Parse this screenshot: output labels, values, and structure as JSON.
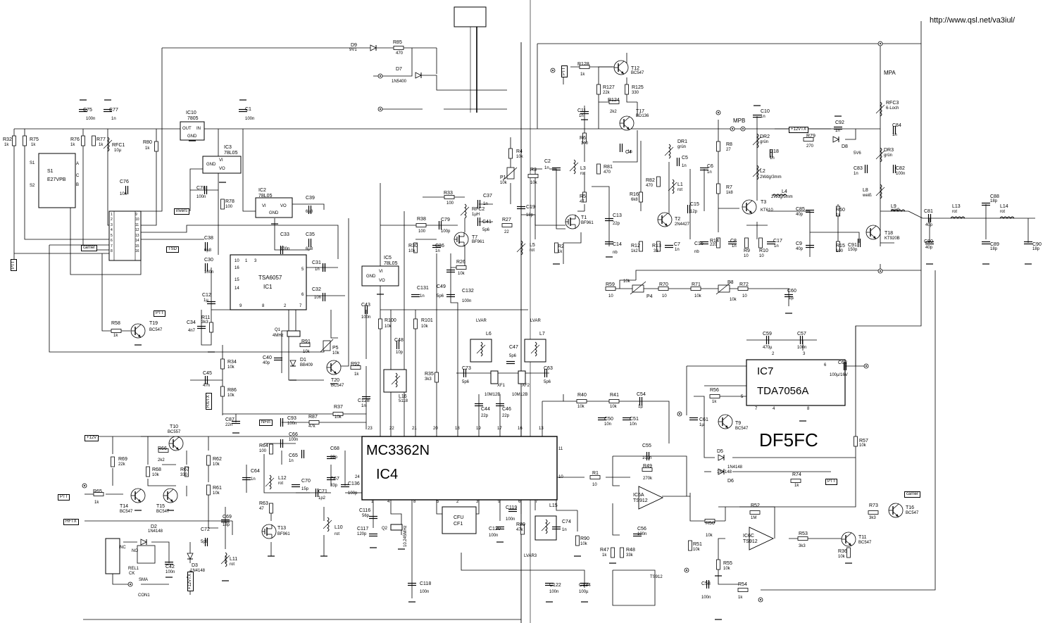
{
  "header": {
    "url": "http://www.qsl.net/va3iul/"
  },
  "title": {
    "main": "DF5FC"
  },
  "ics": {
    "ic4": {
      "part": "MC3362N",
      "ref": "IC4"
    },
    "ic7": {
      "ref": "IC7",
      "part": "TDA7056A"
    },
    "ic1": {
      "part": "TSA6057",
      "ref": "IC1"
    },
    "ic10": {
      "ref": "IC10",
      "part": "7805",
      "out": "OUT",
      "in": "IN",
      "gnd": "GND"
    },
    "ic3": {
      "ref": "IC3",
      "part": "78L05",
      "vi": "VI",
      "vo": "VO",
      "gnd": "GND"
    },
    "ic2": {
      "ref": "IC2",
      "part": "78L05",
      "vi": "VI",
      "vo": "VO",
      "gnd": "GND"
    },
    "ic5": {
      "ref": "IC5",
      "part": "78L05",
      "vi": "VI",
      "vo": "VO",
      "gnd": "GND"
    },
    "ic6a": {
      "ref": "IC6A",
      "part": "TS912"
    },
    "ic6c": {
      "ref": "IC6C",
      "part": "TS912"
    },
    "cf1": {
      "ref": "CFU",
      "part": "CF1"
    },
    "s1": {
      "ref": "S1",
      "part": "E27VPB",
      "a": "A",
      "b": "B",
      "c": "C",
      "s1": "S1",
      "s2": "S2"
    }
  },
  "flags": {
    "ptt_top": "PTT",
    "tt_left": "PTT",
    "carrier": "carrier",
    "invers": "invers",
    "tsd": "TSD",
    "plus12v": "+12V",
    "plus12vtx": "+12VTX",
    "nfin": "NFin",
    "ptt_in": "PTT",
    "hftx": "HFTX",
    "ptt_right": "PTT",
    "ptt_t19": "PTT",
    "carrier_t16": "carrier",
    "rxtx": "RX/TX",
    "plus12vtx_bottom": "+12VTX"
  },
  "annotations": {
    "lvar1": "LVAR",
    "lvar2": "LVAR",
    "lvar3": "LVAR3",
    "mpa": "MPA",
    "mpb": "MPB",
    "xf1": "XF1",
    "xf2": "XF2",
    "xfval1": "10M12B",
    "xfval2": "10M12B",
    "q1": "Q1",
    "q1v": "4MHz",
    "q2": "Q2",
    "q2v": "10.245MHz",
    "rel1": "REL1",
    "sma": "SMA",
    "con1": "CON1",
    "ck": "CK",
    "nc": "NC",
    "no": "NO",
    "ts912": "TS912",
    "ic1pins": [
      "10",
      "16",
      "15",
      "14",
      "9",
      "8",
      "2",
      "7",
      "5",
      "6",
      "1",
      "3"
    ],
    "ic4pins": [
      "23",
      "22",
      "21",
      "20",
      "18",
      "19",
      "17",
      "16",
      "13",
      "11",
      "10",
      "9",
      "8",
      "1",
      "2",
      "3",
      "4",
      "5",
      "6",
      "7",
      "24",
      "12",
      "14",
      "15"
    ],
    "ic7pins": [
      "2",
      "3",
      "6",
      "5",
      "7",
      "4",
      "8"
    ],
    "connector": [
      "1",
      "2",
      "3",
      "4",
      "5",
      "6",
      "7",
      "8",
      "9",
      "10",
      "11",
      "12",
      "13",
      "14",
      "15",
      "16"
    ]
  },
  "components": {
    "d9": "D9",
    "d9v": "9V1",
    "r85": "R85",
    "r85v": "470",
    "d7": "D7",
    "d7v": "1N5400",
    "r32": "R32",
    "r32v": "1k",
    "r75": "R75",
    "r75v": "1k",
    "c75": "C75",
    "c75v": "100n",
    "c77": "C77",
    "c77v": "1n",
    "r76": "R76",
    "r76v": "1k",
    "r77": "R77",
    "r77v": "1k",
    "rfc1": "RFC1",
    "rfc1v": "10µ",
    "r80": "R80",
    "r80v": "1k",
    "c1": "C1",
    "c1v": "100n",
    "c76": "C76",
    "c76v": "10n",
    "c78": "C78",
    "c78v": "100n",
    "r78": "R78",
    "r78v": "100",
    "c39": "C39",
    "c39v": "6µ8",
    "c38": "C38",
    "c38v": "6µ8",
    "c33": "C33",
    "c33v": "100n",
    "c35": "C35",
    "c35v": "6µ8",
    "c30": "C30",
    "c30v": "100n",
    "c31": "C31",
    "c31v": "1n",
    "c32": "C32",
    "c32v": "10n",
    "c12": "C12",
    "c12v": "1µ",
    "c34": "C34",
    "c34v": "4n7",
    "r11": "R11",
    "r11v": "3k3",
    "r58": "R58",
    "r58v": "1k",
    "t19": "T19",
    "t19v": "BC547",
    "c40": "C40",
    "c40v": "40p",
    "d1": "D1",
    "d1v": "BB409",
    "r91": "R91",
    "r91v": "10k",
    "p5": "P5",
    "p5v": "10k",
    "t20": "T20",
    "t20v": "BC547",
    "r92": "R92",
    "r92v": "1k",
    "r34": "R34",
    "r34v": "10k",
    "c45": "C45",
    "c45v": "47n",
    "r86": "R86",
    "r86v": "10k",
    "c87": "C87",
    "c87v": "22n",
    "c93": "C93",
    "c93v": "100n",
    "r87": "R87",
    "r87v": "47k",
    "r37": "R37",
    "r37v": "10k",
    "c128": "C128",
    "c128v": "1n",
    "c66": "C66",
    "c66v": "100n",
    "r64": "R64",
    "r64v": "100",
    "c65": "C65",
    "c65v": "1n",
    "c64": "C64",
    "c64v": "1n",
    "l12": "L12",
    "l12v": "rot",
    "c70": "C70",
    "c70v": "15p",
    "c71": "C71",
    "c71v": "1p2",
    "r63": "R63",
    "r63v": "47",
    "t13": "T13",
    "t13v": "BF961",
    "c68": "C68",
    "c68v": "39p",
    "c67": "C67",
    "c67v": "33p",
    "c136": "C136",
    "c136v": "100p",
    "l10": "L10",
    "l10v": "rot",
    "t10": "T10",
    "t10v": "BC557",
    "r66": "R66",
    "r66v": "2k2",
    "r69": "R69",
    "r69v": "22k",
    "r68": "R68",
    "r68v": "10k",
    "r67": "R67",
    "r67v": "330",
    "r62": "R62",
    "r62v": "10k",
    "r61": "R61",
    "r61v": "10k",
    "t14": "T14",
    "t14v": "BC547",
    "t15": "T15",
    "t15v": "BC547",
    "r65": "R65",
    "r65v": "1k",
    "c69": "C69",
    "c69v": "18p",
    "d2": "D2",
    "d2v": "1N4148",
    "c72": "C72",
    "c72v": "5p6",
    "l11": "L11",
    "l11v": "rot",
    "c42": "C42",
    "c42v": "100n",
    "d3": "D3",
    "d3v": "1N4148",
    "r128": "R128",
    "r128v": "1k",
    "t12": "T12",
    "t12v": "BC547",
    "r127": "R127",
    "r127v": "22k",
    "r125": "R125",
    "r125v": "330",
    "r124": "R124",
    "r124v": "2k2",
    "t17": "T17",
    "t17v": "BD136",
    "c11": "C11",
    "c11v": "1n",
    "r6": "R6",
    "r6v": "100",
    "c4": "C4",
    "c4v": "1n",
    "r4": "R4",
    "r4v": "10k",
    "p1": "P1",
    "p1v": "10k",
    "c2": "C2",
    "c2v": "1n",
    "r3": "R3",
    "r3v": "10k",
    "l3": "L3",
    "l3v": "rot",
    "r81": "R81",
    "r81v": "470",
    "r5": "R5",
    "r5v": "47",
    "c19": "C19",
    "c19v": "18p",
    "t1": "T1",
    "t1v": "BF961",
    "c13": "C13",
    "c13v": "22p",
    "c14": "C14",
    "c14v": "nb",
    "l5": "L5",
    "l5v": "rot",
    "r2": "R2",
    "r2v": "1k",
    "r33": "R33",
    "r33v": "100",
    "c37": "C37",
    "c37v": "1n",
    "rfc2": "RFC2",
    "rfc2v": "1µH",
    "r38": "R38",
    "r38v": "100",
    "c79": "C79",
    "c79v": "100p",
    "c41": "C41",
    "c41v": "5p6",
    "r27": "R27",
    "r27v": "22",
    "t7": "T7",
    "t7v": "BF961",
    "r30": "R30",
    "r30v": "10k",
    "c36": "C36",
    "c36v": "1n",
    "r26": "R26",
    "r26v": "10k",
    "c131": "C131",
    "c131v": "1n",
    "c49": "C49",
    "c49v": "5p6",
    "c132": "C132",
    "c132v": "100n",
    "c43": "C43",
    "c43v": "100n",
    "r100": "R100",
    "r100v": "10k",
    "r101": "R101",
    "r101v": "10k",
    "c48": "C48",
    "c48v": "10p",
    "l16": "L16",
    "l16v": "5118",
    "r35": "R35",
    "r35v": "3k3",
    "c73": "C73",
    "c73v": "5p6",
    "l6": "L6",
    "l7": "L7",
    "c47": "C47",
    "c47v": "5p6",
    "c63": "C63",
    "c63v": "5p6",
    "c44": "C44",
    "c44v": "22p",
    "c46": "C46",
    "c46v": "22p",
    "dr1": "DR1",
    "dr1v": "grün",
    "c5": "C5",
    "c5v": "1n",
    "l1": "L1",
    "l1v": "rot",
    "r82": "R82",
    "r82v": "470",
    "r16": "R16",
    "r16v": "6k8",
    "c15": "C15",
    "c15v": "12p",
    "t2": "T2",
    "t2v": "2N4427",
    "r12": "R12",
    "r12v": "1k2",
    "r13": "R13",
    "r13v": "33",
    "c7": "C7",
    "c7v": "1n",
    "c16": "C16",
    "c16v": "nb",
    "r8": "R8",
    "r8v": "27",
    "c6": "C6",
    "c6v": "1n",
    "r7": "R7",
    "r7v": "1k8",
    "r14": "R14",
    "r14v": "220",
    "c8": "C8",
    "c8v": "1n",
    "c10": "C10",
    "c10v": "1n",
    "dr2": "DR2",
    "dr2v": "grün",
    "c18": "C18",
    "c18v": "1n",
    "l2": "L2",
    "l2v": "2Wdg/3mm",
    "l4": "L4",
    "l4v": "2Wdg/5mm",
    "t3": "T3",
    "t3v": "KT610",
    "r9": "R9",
    "r9v": "10",
    "r10": "R10",
    "r10v": "10",
    "c17": "C17",
    "c17v": "1n",
    "r79": "R79",
    "r79v": "270",
    "d8": "D8",
    "d8v": "5V6",
    "c92": "C92",
    "c92v": "1n",
    "c85": "C85",
    "c85v": "40p",
    "c9": "C9",
    "c9v": "40p",
    "r60": "R60",
    "r60v": "1k",
    "r15": "R15",
    "r15v": "100",
    "c91": "C91",
    "c91v": "150p",
    "t18": "T18",
    "t18v": "KT920B",
    "rfc3": "RFC3",
    "rfc3v": "6-Loch",
    "c84": "C84",
    "c84v": "1n",
    "dr3": "DR3",
    "dr3v": "grün",
    "c83": "C83",
    "c83v": "1n",
    "c82": "C82",
    "c82v": "100n",
    "l8": "L8",
    "l8v": "weiß",
    "l9": "L9",
    "l9v": "weiß",
    "c81": "C81",
    "c81v": "40p",
    "c80": "C80",
    "c80v": "40p",
    "l13": "L13",
    "l13v": "rot",
    "c88": "C88",
    "c88v": "18p",
    "c89": "C89",
    "c89v": "18p",
    "l14": "L14",
    "l14v": "rot",
    "c90": "C90",
    "c90v": "18p",
    "r59": "R59",
    "r59v": "10",
    "p4": "P4",
    "p4v": "10k",
    "r70": "R70",
    "r70v": "10",
    "r71": "R71",
    "r71v": "10k",
    "p3": "P3",
    "p3v": "10k",
    "r72": "R72",
    "r72v": "10",
    "c60": "C60",
    "c60v": "1µ",
    "c59": "C59",
    "c59v": "470µ",
    "c57": "C57",
    "c57v": "100n",
    "c62": "C62",
    "c62v": "100µ/16V",
    "r56": "R56",
    "r56v": "1k",
    "c61": "C61",
    "c61v": "1µ",
    "t9": "T9",
    "t9v": "BC547",
    "r57": "R57",
    "r57v": "10k",
    "d5": "D5",
    "d5v": "1N4148",
    "d6": "D6",
    "d6v": "1N4148",
    "r74": "R74",
    "r74v": "1k",
    "r40": "R40",
    "r40v": "10k",
    "r41": "R41",
    "r41v": "10k",
    "c54": "C54",
    "c54v": "1µ",
    "c50": "C50",
    "c50v": "10n",
    "c51": "C51",
    "c51v": "10n",
    "c55": "C55",
    "c55v": "100n",
    "r49": "R49",
    "r49v": "270k",
    "r1": "R1",
    "r1v": "10",
    "c56": "C56",
    "c56v": "100n",
    "r47": "R47",
    "r47v": "1k",
    "r48": "R48",
    "r48v": "33k",
    "r52": "R52",
    "r52v": "1M",
    "r73": "R73",
    "r73v": "3k3",
    "t16": "T16",
    "t16v": "BC547",
    "r50": "R50",
    "r50v": "10k",
    "r51": "R51",
    "r51v": "10k",
    "r53": "R53",
    "r53v": "3k3",
    "t11": "T11",
    "t11v": "BC547",
    "r36": "R36",
    "r36v": "10k",
    "r55": "R55",
    "r55v": "10k",
    "c58": "C58",
    "c58v": "100n",
    "r54": "R54",
    "r54v": "1k",
    "c116": "C116",
    "c116v": "56p",
    "c117": "C117",
    "c117v": "120p",
    "c119": "C119",
    "c119v": "100n",
    "c120": "C120",
    "c120v": "100n",
    "r89": "R89",
    "r89v": "47k",
    "l15": "L15",
    "c74": "C74",
    "c74v": "1n",
    "r90": "R90",
    "r90v": "10k",
    "c118": "C118",
    "c118v": "100n",
    "c122": "C122",
    "c122v": "100n",
    "c134": "C134",
    "c134v": "100µ"
  }
}
